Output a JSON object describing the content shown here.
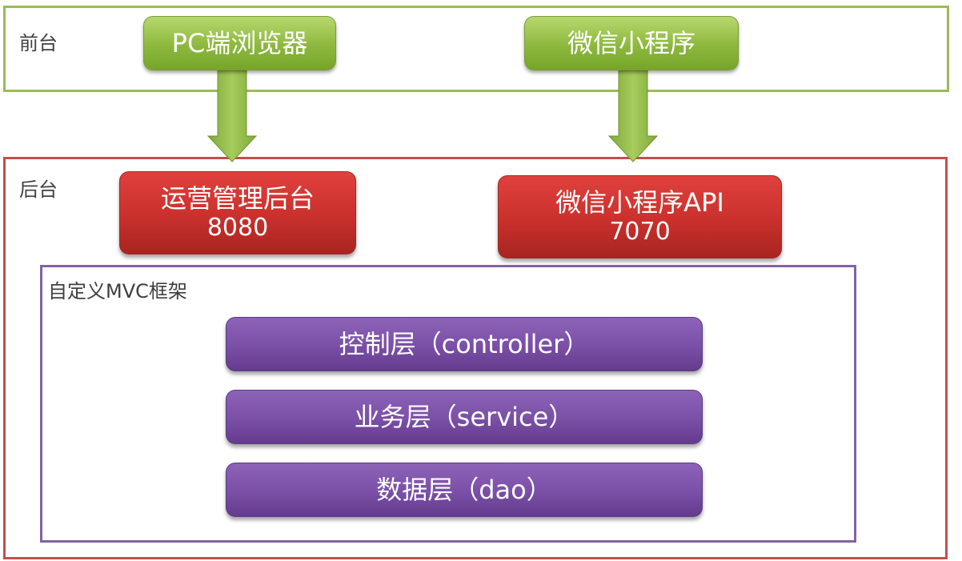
{
  "frontend": {
    "label": "前台",
    "pc_browser": "PC端浏览器",
    "mini_program": "微信小程序"
  },
  "backend": {
    "label": "后台",
    "admin": {
      "title": "运营管理后台",
      "port": "8080"
    },
    "api": {
      "title": "微信小程序API",
      "port": "7070"
    }
  },
  "mvc": {
    "label": "自定义MVC框架",
    "layers": [
      "控制层（controller）",
      "业务层（service）",
      "数据层（dao）"
    ]
  },
  "colors": {
    "frontend_border": "#9bbb59",
    "backend_border": "#c0504d",
    "mvc_border": "#8064a2",
    "green_box": "#8db83e",
    "red_box": "#c9302c",
    "purple_box": "#7a4fa6"
  }
}
